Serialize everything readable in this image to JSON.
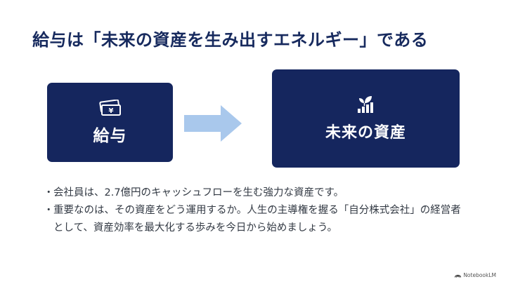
{
  "slide": {
    "title": "給与は「未来の資産を生み出すエネルギー」である",
    "left_box": {
      "label": "給与",
      "icon": "money-icon"
    },
    "right_box": {
      "label": "未来の資産",
      "icon": "growth-chart-icon"
    },
    "arrow_icon": "right-arrow-icon",
    "bullets": [
      "会社員は、2.7億円のキャッシュフローを生む強力な資産です。",
      "重要なのは、その資産をどう運用するか。人生の主導権を握る「自分株式会社」の経営者として、資産効率を最大化する歩みを今日から始めましょう。"
    ],
    "bullet_marker": "・",
    "brand": "NotebookLM"
  },
  "colors": {
    "navy": "#15265e",
    "title": "#172a5e",
    "arrow": "#a9c8ec",
    "text": "#333a44"
  }
}
